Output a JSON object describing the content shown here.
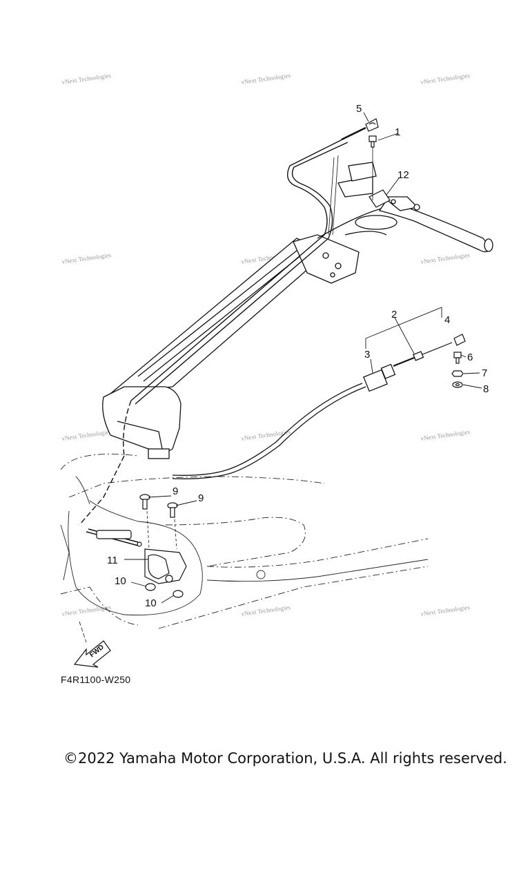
{
  "diagram": {
    "drawing_code": "F4R1100-W250",
    "fwd_label": "FWD",
    "watermark_text": "vNext Technologies",
    "callouts": [
      "1",
      "2",
      "3",
      "4",
      "5",
      "6",
      "7",
      "8",
      "9",
      "9",
      "10",
      "10",
      "11",
      "12"
    ]
  },
  "footer": {
    "copyright": "©2022 Yamaha Motor Corporation, U.S.A. All rights reserved."
  }
}
